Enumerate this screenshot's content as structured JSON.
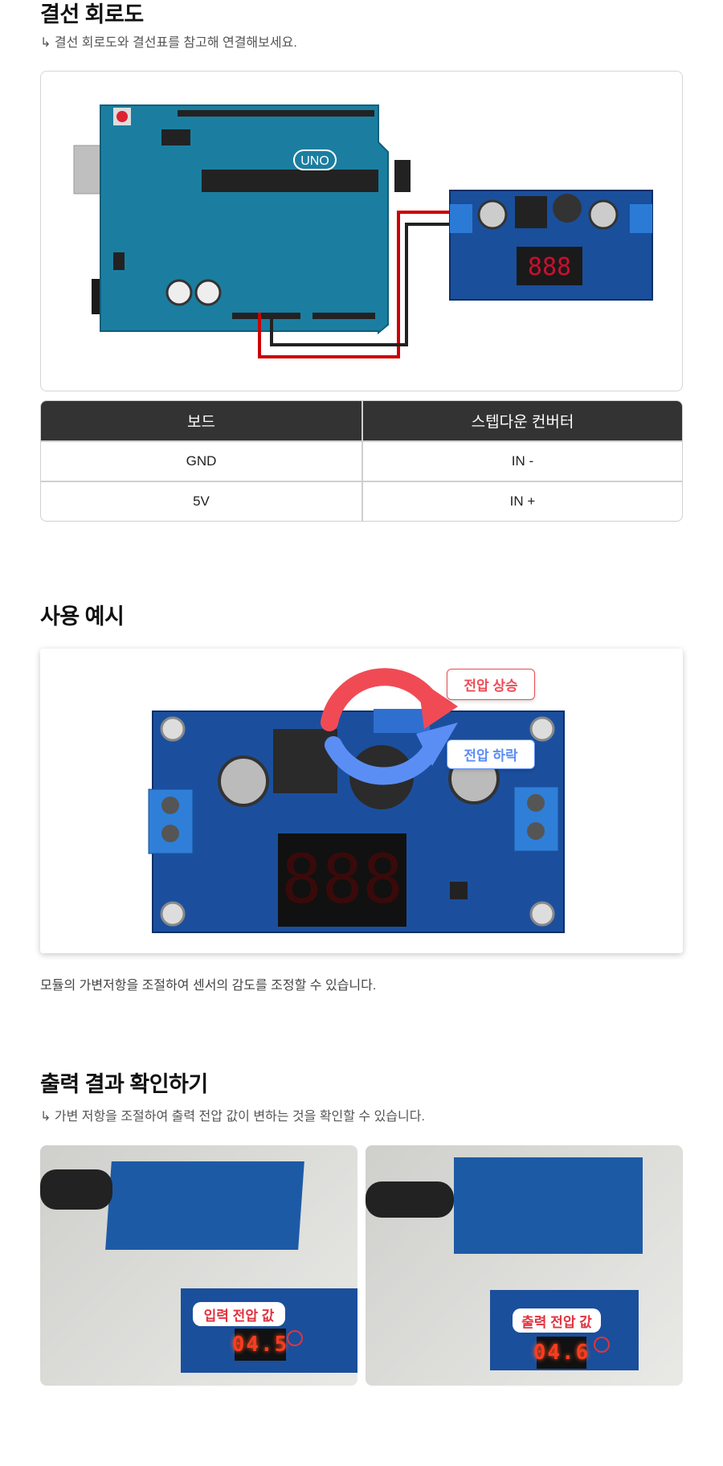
{
  "section1": {
    "title": "결선 회로도",
    "subtitle": "↳ 결선 회로도와 결선표를 참고해 연결해보세요.",
    "diagram": {
      "board_label": "UNO",
      "converter_display": "888"
    },
    "table": {
      "headers": [
        "보드",
        "스텝다운 컨버터"
      ],
      "rows": [
        [
          "GND",
          "IN -"
        ],
        [
          "5V",
          "IN +"
        ]
      ]
    }
  },
  "section2": {
    "title": "사용 예시",
    "voltage_up_label": "전압 상승",
    "voltage_down_label": "전압 하락",
    "module_display": "888",
    "caption": "모듈의 가변저항을 조절하여 센서의 감도를 조정할 수 있습니다.",
    "colors": {
      "up": "#f04b55",
      "down": "#5b8ef5"
    }
  },
  "section3": {
    "title": "출력 결과 확인하기",
    "subtitle": "↳ 가변 저항을 조절하여 출력 전압 값이 변하는 것을 확인할 수 있습니다.",
    "photos": [
      {
        "label": "입력 전압 값",
        "display": "04.5"
      },
      {
        "label": "출력 전압 값",
        "display": "04.6"
      }
    ]
  }
}
